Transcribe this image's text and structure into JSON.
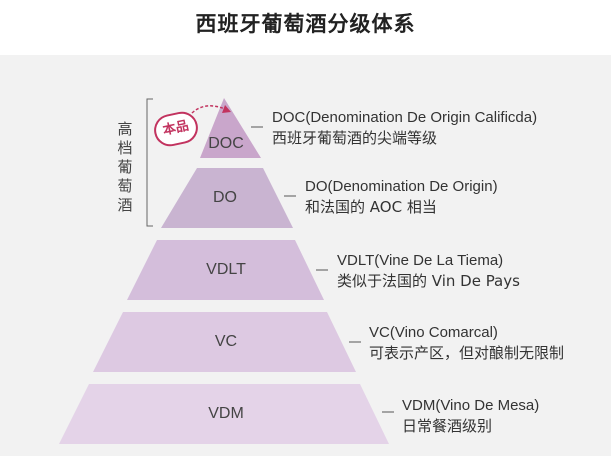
{
  "title": "西班牙葡萄酒分级体系",
  "badge": "本品",
  "bracket_label": "高档葡萄酒",
  "levels": [
    {
      "code": "DOC",
      "desc_line1": "DOC(Denomination De Origin Calificda)",
      "desc_line2": "西班牙葡萄酒的尖端等级"
    },
    {
      "code": "DO",
      "desc_line1": "DO(Denomination De Origin)",
      "desc_line2": "和法国的 AOC 相当"
    },
    {
      "code": "VDLT",
      "desc_line1": "VDLT(Vine De La Tiema)",
      "desc_line2": "类似于法国的 Vin De Pays"
    },
    {
      "code": "VC",
      "desc_line1": "VC(Vino Comarcal)",
      "desc_line2": "可表示产区，但对酿制无限制"
    },
    {
      "code": "VDM",
      "desc_line1": "VDM(Vino De Mesa)",
      "desc_line2": "日常餐酒级别"
    }
  ],
  "colors": {
    "tier1": "#c9a6cb",
    "tier2": "#c9b4d1",
    "tier3": "#d4bedb",
    "tier4": "#ddc9e2",
    "tier5": "#e4d3e8",
    "accent": "#c2335f",
    "panel": "#f2f2f2"
  }
}
